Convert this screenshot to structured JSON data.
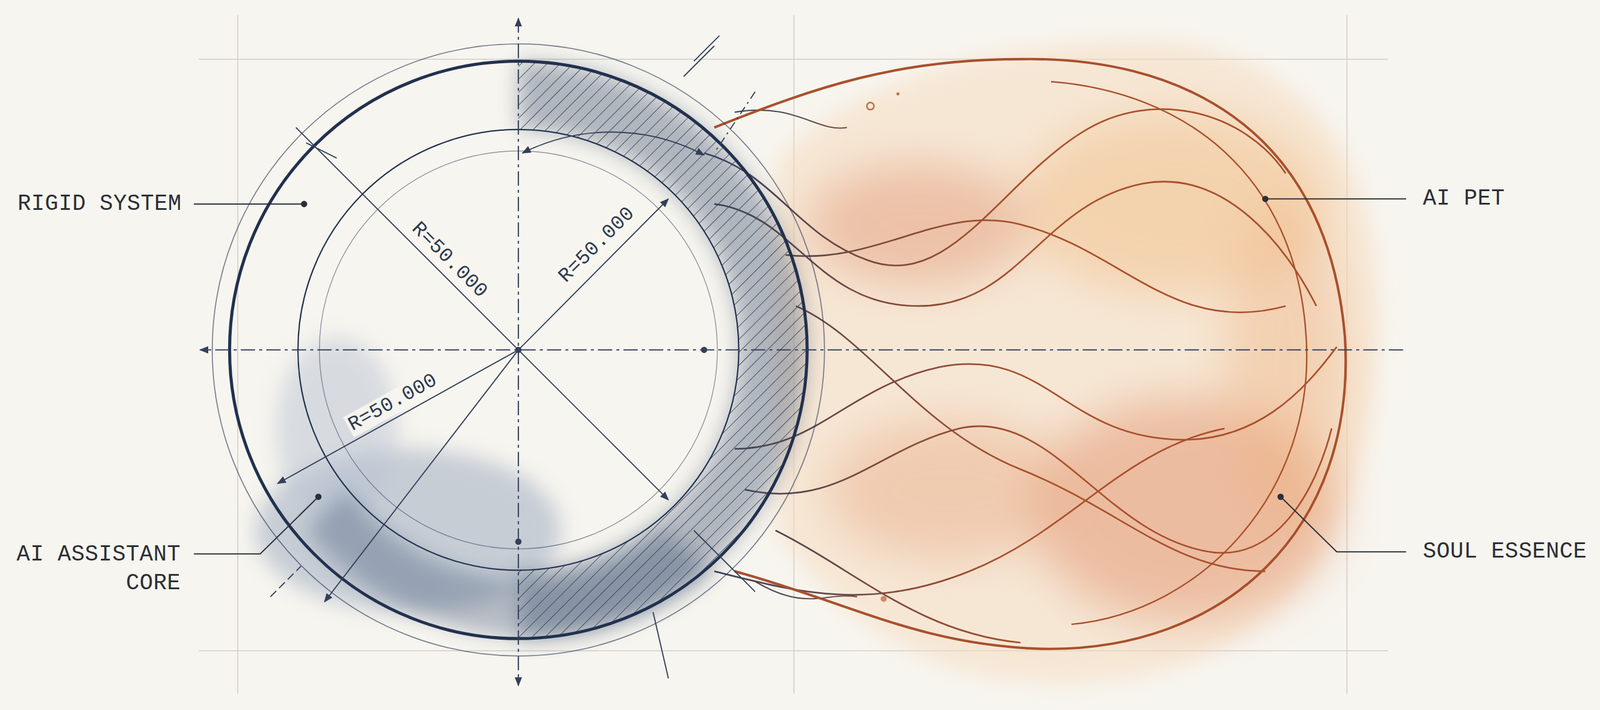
{
  "diagram": {
    "labels": [
      "RIGID SYSTEM",
      "R=50.000",
      "R=50.000",
      "AI PET",
      "R=50.000",
      "AI ASSISTANT CORE",
      "SOUL ESSENCE"
    ]
  }
}
